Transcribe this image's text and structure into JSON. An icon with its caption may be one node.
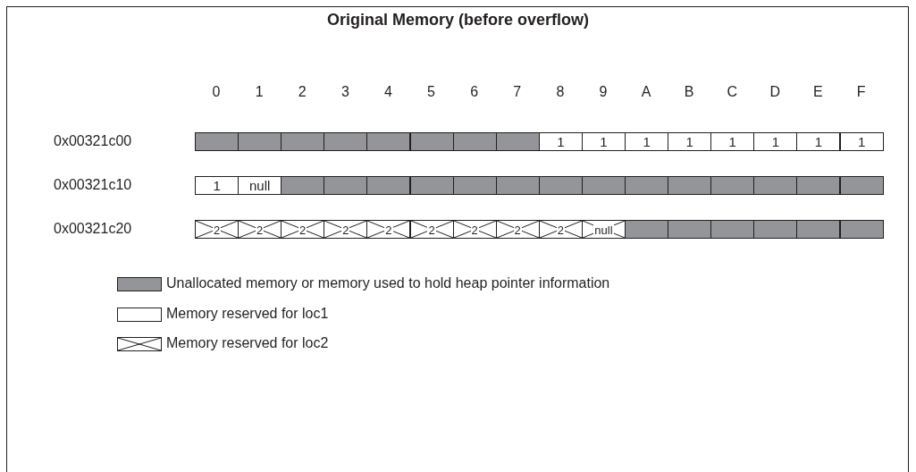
{
  "diagram": {
    "title": "Original Memory (before overflow)",
    "nodes": [
      {
        "text": [],
        "shape": "box"
      },
      {
        "text": [],
        "shape": "box"
      },
      {
        "text": [],
        "shape": "box"
      },
      {
        "text": [],
        "shape": "box"
      },
      {
        "text": [],
        "shape": "box"
      },
      {
        "text": [],
        "shape": "box"
      },
      {
        "text": [],
        "shape": "box"
      },
      {
        "text": [],
        "shape": "box"
      },
      {
        "text": [
          "1"
        ]
      },
      {
        "text": [
          "1"
        ]
      },
      {
        "text": [
          "1"
        ]
      },
      {
        "text": [
          "1"
        ]
      },
      {
        "text": [
          "1"
        ]
      },
      {
        "text": [
          "1"
        ]
      },
      {
        "text": [
          "1"
        ]
      },
      {
        "text": [
          "1"
        ]
      },
      {
        "text": [
          "1"
        ]
      },
      {
        "text": [
          "null"
        ]
      },
      {
        "text": [],
        "shape": "box"
      },
      {
        "text": [],
        "shape": "box"
      },
      {
        "text": [],
        "shape": "box"
      },
      {
        "text": [],
        "shape": "box"
      },
      {
        "text": [],
        "shape": "box"
      },
      {
        "text": [],
        "shape": "box"
      },
      {
        "text": [],
        "shape": "box"
      },
      {
        "text": [],
        "shape": "box"
      },
      {
        "text": [],
        "shape": "box"
      },
      {
        "text": [],
        "shape": "box"
      },
      {
        "text": [],
        "shape": "box"
      },
      {
        "text": [],
        "shape": "box"
      },
      {
        "text": [],
        "shape": "box"
      },
      {
        "text": [],
        "shape": "box"
      },
      {
        "text": [
          "2"
        ]
      },
      {
        "text": [
          "2"
        ]
      },
      {
        "text": [
          "2"
        ]
      },
      {
        "text": [
          "2"
        ]
      },
      {
        "text": [
          "2"
        ]
      },
      {
        "text": [
          "2"
        ]
      },
      {
        "text": [
          "2"
        ]
      },
      {
        "text": [
          "2"
        ]
      },
      {
        "text": [
          "2"
        ]
      },
      {
        "text": [
          "null"
        ]
      },
      {
        "text": [],
        "shape": "box"
      },
      {
        "text": [],
        "shape": "box"
      },
      {
        "text": [],
        "shape": "box"
      },
      {
        "text": [],
        "shape": "box"
      },
      {
        "text": [],
        "shape": "box"
      },
      {
        "text": [],
        "shape": "box"
      }
    ],
    "labels": [
      "0",
      "1",
      "2",
      "3",
      "4",
      "5",
      "6",
      "7",
      "8",
      "9",
      "A",
      "B",
      "C",
      "D",
      "E",
      "F",
      "0x00321c00",
      "0x00321c10",
      "0x00321c20"
    ],
    "legend": [
      {
        "text": "Unallocated memory or memory used to hold heap pointer information",
        "color": "#939598"
      },
      {
        "text": "Memory reserved for loc1",
        "color": "#ffffff"
      },
      {
        "text": "Memory reserved for loc2"
      }
    ]
  }
}
